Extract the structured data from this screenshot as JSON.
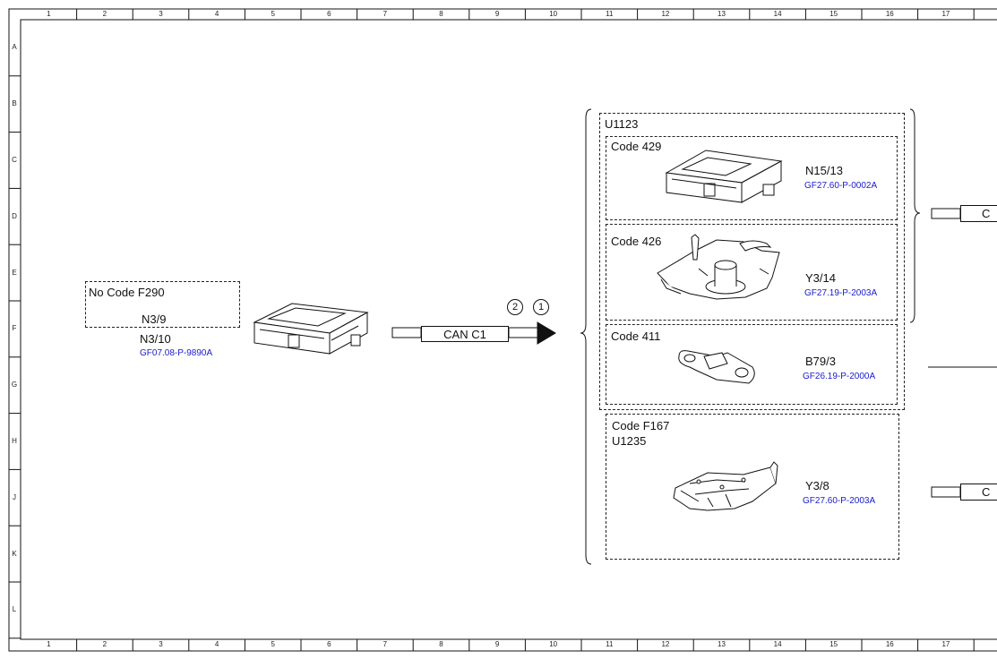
{
  "ruler": {
    "columns": [
      "1",
      "2",
      "3",
      "4",
      "5",
      "6",
      "7",
      "8",
      "9",
      "10",
      "11",
      "12",
      "13",
      "14",
      "15",
      "16",
      "17"
    ],
    "rows": [
      "A",
      "B",
      "C",
      "D",
      "E",
      "F",
      "G",
      "H",
      "J",
      "K",
      "L"
    ]
  },
  "left_unit": {
    "code_label": "No Code F290",
    "component_a": "N3/9",
    "component_b": "N3/10",
    "ref": "GF07.08-P-9890A"
  },
  "bus": {
    "label": "CAN C1",
    "markers": [
      "2",
      "1"
    ]
  },
  "group": {
    "title": "U1123",
    "blocks": [
      {
        "code": "Code 429",
        "component": "N15/13",
        "ref": "GF27.60-P-0002A"
      },
      {
        "code": "Code 426",
        "component": "Y3/14",
        "ref": "GF27.19-P-2003A"
      },
      {
        "code": "Code 411",
        "component": "B79/3",
        "ref": "GF26.19-P-2000A"
      }
    ]
  },
  "lower_block": {
    "code": "Code F167",
    "sub": "U1235",
    "component": "Y3/8",
    "ref": "GF27.60-P-2003A"
  },
  "right_connectors": [
    "C",
    "C"
  ]
}
